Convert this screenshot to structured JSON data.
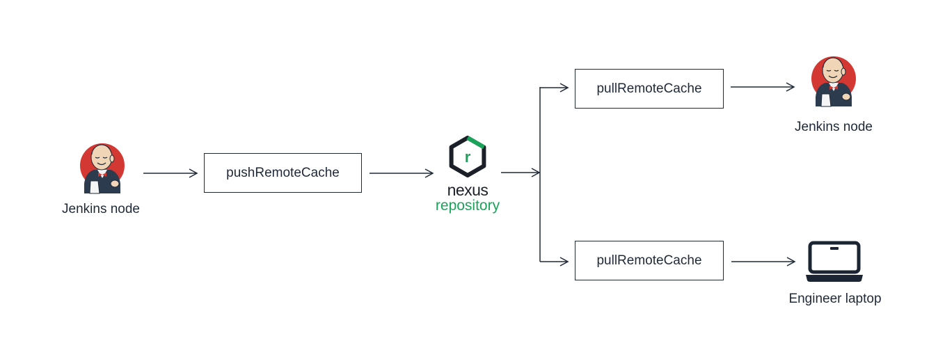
{
  "colors": {
    "line": "#1f2937",
    "jenkins_red": "#d33833",
    "nexus_green": "#1aa35a",
    "nexus_dark": "#1b1f27"
  },
  "nodes": {
    "source": {
      "label": "Jenkins node",
      "icon": "jenkins-icon"
    },
    "push": {
      "label": "pushRemoteCache"
    },
    "nexus": {
      "line1": "nexus",
      "line2": "repository",
      "icon": "nexus-repository-icon"
    },
    "pull_top": {
      "label": "pullRemoteCache"
    },
    "pull_bottom": {
      "label": "pullRemoteCache"
    },
    "target_top": {
      "label": "Jenkins node",
      "icon": "jenkins-icon"
    },
    "target_bottom": {
      "label": "Engineer laptop",
      "icon": "laptop-icon"
    }
  }
}
